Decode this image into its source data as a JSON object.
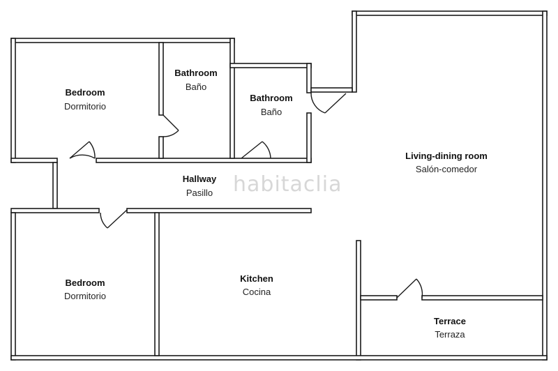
{
  "rooms": {
    "bedroom1": {
      "en": "Bedroom",
      "es": "Dormitorio"
    },
    "bathroom1": {
      "en": "Bathroom",
      "es": "Baño"
    },
    "bathroom2": {
      "en": "Bathroom",
      "es": "Baño"
    },
    "hallway": {
      "en": "Hallway",
      "es": "Pasillo"
    },
    "living": {
      "en": "Living-dining room",
      "es": "Salón-comedor"
    },
    "bedroom2": {
      "en": "Bedroom",
      "es": "Dormitorio"
    },
    "kitchen": {
      "en": "Kitchen",
      "es": "Cocina"
    },
    "terrace": {
      "en": "Terrace",
      "es": "Terraza"
    }
  },
  "watermark": "habitaclia",
  "colors": {
    "wall": "#1a1a1a",
    "background": "#ffffff",
    "watermark": "#d7d7d7"
  }
}
